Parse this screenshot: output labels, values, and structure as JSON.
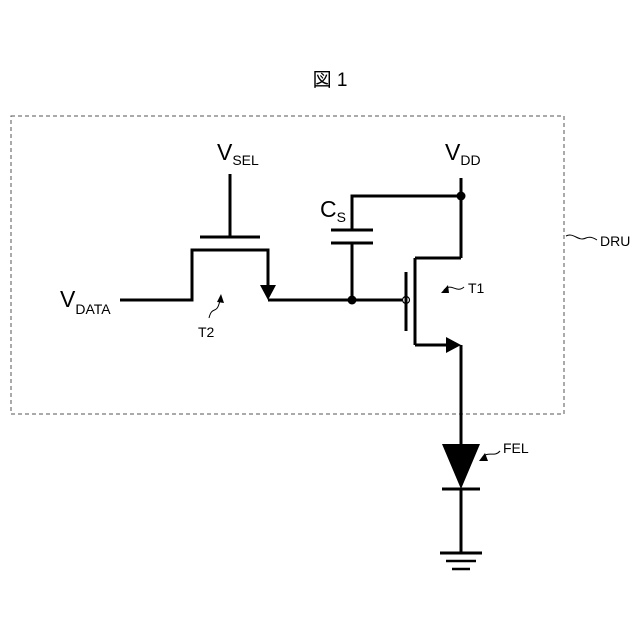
{
  "figure": {
    "title": "図 1"
  },
  "labels": {
    "vsel_main": "V",
    "vsel_sub": "SEL",
    "vdd_main": "V",
    "vdd_sub": "DD",
    "cs_main": "C",
    "cs_sub": "S",
    "vdata_main": "V",
    "vdata_sub": "DATA",
    "t1": "T1",
    "t2": "T2",
    "dru": "DRU",
    "fel": "FEL"
  },
  "colors": {
    "line": "#000000",
    "boundary": "#555555",
    "background": "#ffffff"
  }
}
